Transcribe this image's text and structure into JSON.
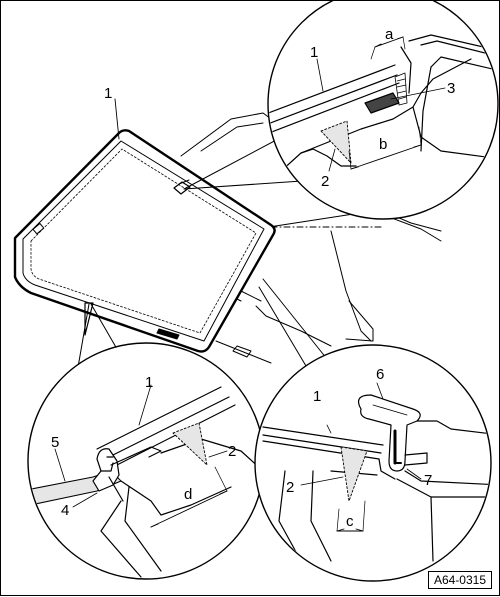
{
  "figure": {
    "reference_code": "A64-0315",
    "callouts": {
      "windshield_main": "1",
      "top_detail_part1": "1",
      "top_detail_part2": "2",
      "top_detail_part3": "3",
      "top_detail_dim_a": "a",
      "top_detail_dim_b": "b",
      "left_detail_part1": "1",
      "left_detail_part2": "2",
      "left_detail_part4": "4",
      "left_detail_part5": "5",
      "left_detail_dim_d": "d",
      "right_detail_part1": "1",
      "right_detail_part2": "2",
      "right_detail_part6": "6",
      "right_detail_part7": "7",
      "right_detail_dim_c": "c"
    }
  }
}
